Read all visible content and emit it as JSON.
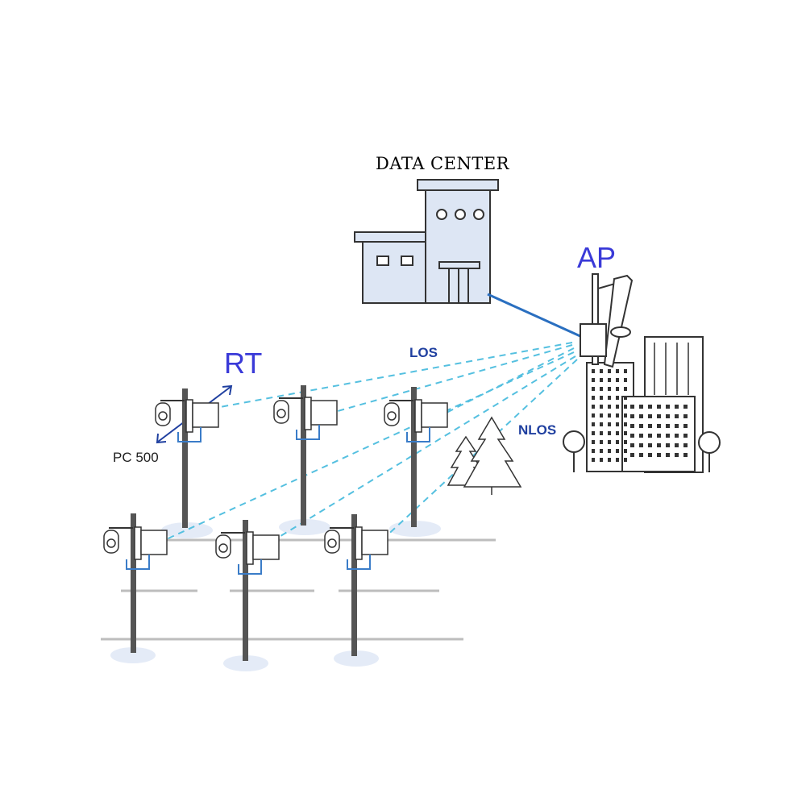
{
  "labels": {
    "data_center": "DATA CENTER",
    "ap": "AP",
    "rt": "RT",
    "los": "LOS",
    "nlos": "NLOS",
    "device": "PC 500"
  },
  "colors": {
    "building_fill": "#dde6f4",
    "outline": "#333333",
    "link_solid": "#2a6fc0",
    "link_dashed": "#55c0e0",
    "label_accent": "#3a3ad8",
    "label_blue": "#2040a0",
    "pole": "#555555",
    "ground_shadow": "#e4ebf7",
    "road_line": "#bdbdbd",
    "bracket": "#3a7cc8"
  }
}
